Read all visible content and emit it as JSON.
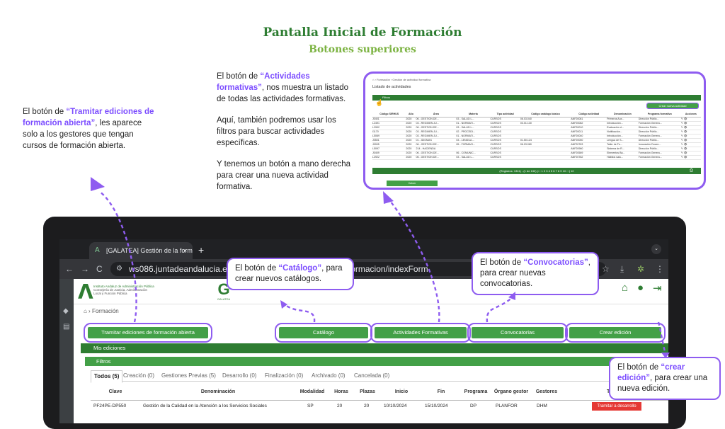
{
  "heading": {
    "title": "Pantalla Inicial de Formación",
    "subtitle": "Botones superiores"
  },
  "note_tramitar": {
    "pre": "El botón de ",
    "hl": "“Tramitar ediciones de formación abierta”",
    "post": ", les aparece solo a los gestores que tengan cursos de formación abierta."
  },
  "note_actividades": {
    "pre": "El botón de ",
    "hl": "“Actividades formativas”",
    "post": ", nos muestra un listado de todas las actividades formativas.",
    "p2": "Aquí, también podremos usar los filtros para buscar actividades específicas.",
    "p3": "Y tenemos un botón a mano derecha para crear una nueva actividad formativa."
  },
  "inset": {
    "breadcrumb": "⌂ › Formación › Gestión de actividad formativa",
    "title": "Listado de actividades",
    "filters": "Filtros",
    "new_button": "Crear nueva actividad",
    "columns": [
      "Código SIRHUS",
      "Año",
      "Área",
      "Materia",
      "Tipo actividad",
      "Código catálogo básico",
      "Código actividad",
      "Denominación",
      "Programa formativo",
      "Acciones"
    ],
    "rows": [
      [
        "J0401",
        "2020",
        "06 - GESTION DE...",
        "03 - SALUD L...",
        "CURSOS",
        "06.03.040",
        "ANF20081",
        "Primeros Aux...",
        "Dirección Públic...",
        "✎ 👁"
      ],
      [
        "L2491",
        "2020",
        "03 - REGIMEN JU...",
        "01 - NORMATI...",
        "CURSOS",
        "03.01.130",
        "ANF20082",
        "Introducción...",
        "Formación Genera...",
        "✎ 👁"
      ],
      [
        "L2902",
        "2020",
        "06 - GESTION DE...",
        "03 - SALUD L...",
        "CURSOS",
        "",
        "ANF20010",
        "Evaluación d...",
        "Dirección Públic...",
        "✎ 👁"
      ],
      [
        "I1170",
        "2020",
        "03 - REGIMEN JU...",
        "02 - PROCEDI...",
        "CURSOS",
        "",
        "ANF20011",
        "Notificación...",
        "Dirección Públic...",
        "✎ 👁"
      ],
      [
        "L5069",
        "2020",
        "03 - REGIMEN JU...",
        "01 - NORMATI...",
        "CURSOS",
        "",
        "ANF20040",
        "Introducción...",
        "Formación Genera...",
        "✎ 👁"
      ],
      [
        "J0501",
        "2020",
        "01 - IDIOMAS",
        "03 - LENGUA ...",
        "CURSOS",
        "01.50.124",
        "ANF20050",
        "Lengua de S...",
        "Dirección Públic...",
        "✎ 👁"
      ],
      [
        "J0005",
        "2020",
        "06 - GESTION DE...",
        "05 - FORMACI...",
        "CURSOS",
        "06.03.080",
        "ANF20763",
        "Taller de Fo...",
        "Innovación Docen...",
        "✎ 👁"
      ],
      [
        "L5097",
        "2020",
        "214 - HACIENDA",
        "",
        "CURSOS",
        "",
        "ANF20960",
        "Sistema de R...",
        "Dirección Públic...",
        "✎ 👁"
      ],
      [
        "J0409",
        "2020",
        "06 - GESTION DE...",
        "06 - COMUNIC...",
        "CURSOS",
        "",
        "ANF20569",
        "Elementos Bá...",
        "Formación Genera...",
        "✎ 👁"
      ],
      [
        "L4922",
        "2020",
        "06 - GESTION DE...",
        "03 - SALUD L...",
        "CURSOS",
        "",
        "ANF20782",
        "Hábitos salu...",
        "Formación Genera...",
        "✎ 👁"
      ]
    ],
    "pagination": "(Registros: 1311) - (1 de 132)   |‹  ‹   1  2  3  4  5  6  7  8  9  10   ›  ›|   10",
    "back": "Volver"
  },
  "browser": {
    "tab_title": "[GALATEA] Gestión de la form",
    "tab_close": "×",
    "new_tab": "+",
    "url": "ws086.juntadeandalucia.es/galatea/...ity-redirect=/galatea/formacion/indexForm",
    "nav": {
      "back": "←",
      "forward": "→",
      "reload": "C"
    }
  },
  "app": {
    "org_line1": "Instituto Andaluz de Administración Pública",
    "org_line2": "Consejería de Justicia, Administración",
    "org_line3": "Local y Función Pública",
    "logo_letter": "G",
    "logo_word": "GALATEA",
    "breadcrumb": "⌂ › Formación",
    "buttons": {
      "tramitar": "Tramitar ediciones de formación abierta",
      "catalogo": "Catálogo",
      "actividades": "Actividades Formativas",
      "convocatorias": "Convocatorias",
      "crear_edicion": "Crear edición"
    },
    "mis_ediciones": "Mis ediciones",
    "filtros": "Filtros",
    "subtabs": [
      "Todos (5)",
      "Creación (0)",
      "Gestiones Previas (5)",
      "Desarrollo (0)",
      "Finalización (0)",
      "Archivado (0)",
      "Cancelada (0)"
    ],
    "columns": [
      "Clave",
      "Denominación",
      "Modalidad",
      "Horas",
      "Plazas",
      "Inicio",
      "Fin",
      "Programa",
      "Órgano gestor",
      "Gestores",
      "Tareas"
    ],
    "row": {
      "clave": "PF24PE-DP550",
      "denominacion": "Gestión de la Calidad en la Atención a los Servicios Sociales",
      "modalidad": "SP",
      "horas": "20",
      "plazas": "20",
      "inicio": "10/10/2024",
      "fin": "15/10/2024",
      "programa": "DP",
      "organo": "PLANFOR",
      "gestores": "DHM",
      "tarea": "Tramitar a desarrollo"
    }
  },
  "bubble_catalogo": {
    "pre": "El botón de ",
    "hl": "“Catálogo”",
    "post": ", para crear nuevos catálogos."
  },
  "bubble_convocatorias": {
    "pre": "El botón de ",
    "hl": "“Convocatorias”",
    "post": ", para crear nuevas convocatorias."
  },
  "bubble_crear": {
    "pre": "El botón de ",
    "hl": "“crear edición”",
    "post": ", para crear una nueva edición."
  },
  "colors": {
    "accent": "#8e5cf0",
    "brand_green": "#2e7d32",
    "button_green": "#43a047",
    "danger": "#e53935"
  }
}
